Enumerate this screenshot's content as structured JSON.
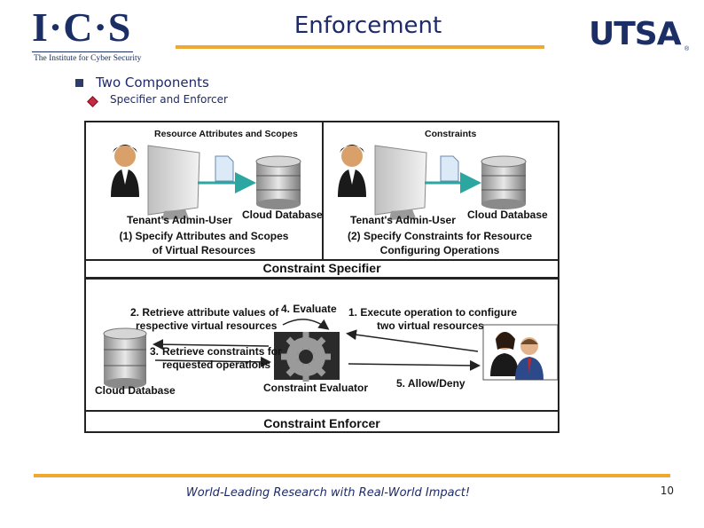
{
  "header": {
    "ics_logo": "I·C·S",
    "ics_subtitle": "The Institute for Cyber Security",
    "title": "Enforcement",
    "utsa_logo": "UTSA",
    "utsa_mark": "®"
  },
  "bullets": {
    "level1": "Two Components",
    "level2": "Specifier and Enforcer"
  },
  "diagram": {
    "specifier": {
      "left": {
        "arrow_label": "Resource Attributes and Scopes",
        "user_label": "Tenant's Admin-User",
        "db_label": "Cloud Database",
        "step_line1": "(1) Specify Attributes and Scopes",
        "step_line2": "of Virtual Resources"
      },
      "right": {
        "arrow_label": "Constraints",
        "user_label": "Tenant's Admin-User",
        "db_label": "Cloud Database",
        "step_line1": "(2) Specify Constraints for Resource",
        "step_line2": "Configuring Operations"
      },
      "section_title": "Constraint Specifier"
    },
    "enforcer": {
      "step2_line1": "2. Retrieve attribute values of",
      "step2_line2": "respective virtual resources",
      "step4": "4. Evaluate",
      "step1_line1": "1. Execute operation to configure",
      "step1_line2": "two virtual resources",
      "step3_num": "3.",
      "step3_line1": "Retrieve constraints for",
      "step3_line2": "requested operations",
      "db_label": "Cloud Database",
      "evaluator_label": "Constraint Evaluator",
      "step5": "5. Allow/Deny",
      "section_title": "Constraint Enforcer"
    },
    "colors": {
      "arrow_teal": "#2ba6a0",
      "frame": "#222222"
    }
  },
  "footer": {
    "tagline": "World-Leading Research with Real-World Impact!",
    "page_number": "10"
  },
  "icons": [
    "admin-user-icon",
    "monitor-icon",
    "document-icon",
    "database-icon",
    "gear-icon",
    "users-icon"
  ]
}
